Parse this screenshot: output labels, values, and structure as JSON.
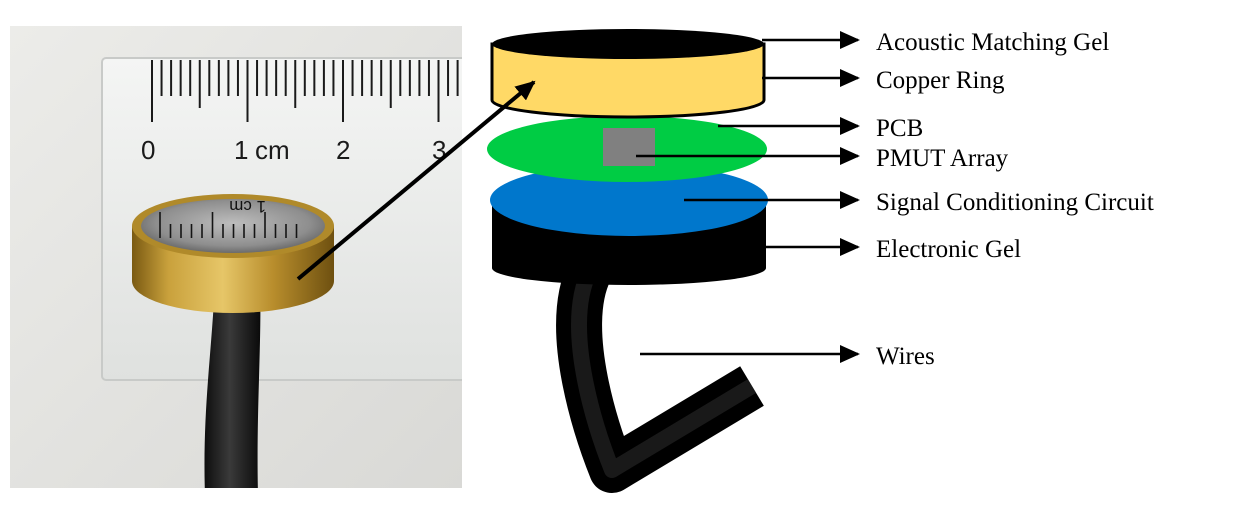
{
  "photo": {
    "ruler_numbers": [
      "0",
      "1",
      "cm",
      "2",
      "3"
    ],
    "device_engraving": "1 cm"
  },
  "diagram": {
    "layers": [
      {
        "id": "acoustic-matching-gel",
        "label": "Acoustic Matching Gel",
        "color": "#000000"
      },
      {
        "id": "copper-ring",
        "label": "Copper Ring",
        "color": "#FFD966"
      },
      {
        "id": "pcb",
        "label": "PCB",
        "color": "#00CC44"
      },
      {
        "id": "pmut-array",
        "label": "PMUT Array",
        "color": "#808080"
      },
      {
        "id": "signal-conditioning-circuit",
        "label": "Signal Conditioning Circuit",
        "color": "#0077CC"
      },
      {
        "id": "electronic-gel",
        "label": "Electronic Gel",
        "color": "#000000"
      },
      {
        "id": "wires",
        "label": "Wires",
        "color": "#000000"
      }
    ]
  }
}
